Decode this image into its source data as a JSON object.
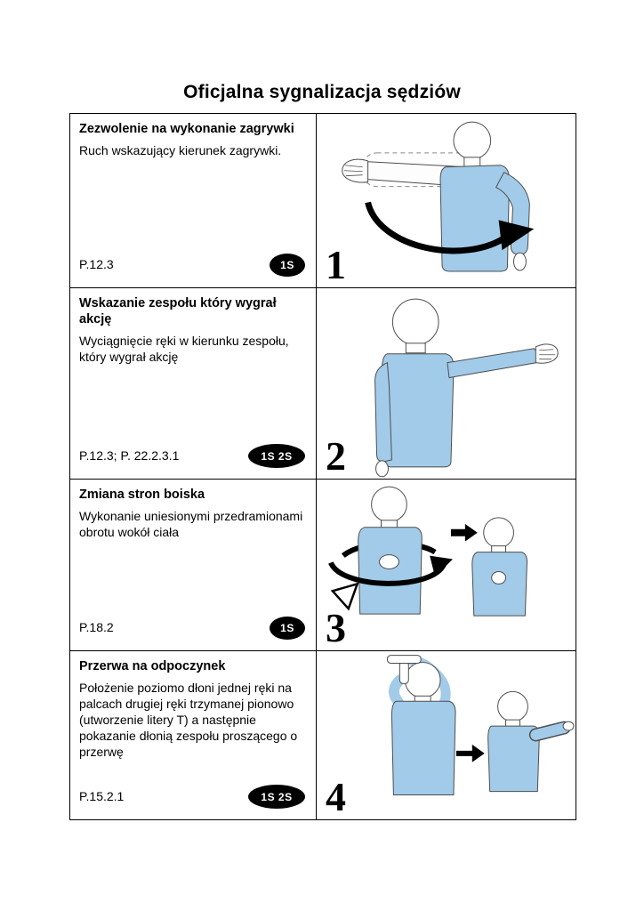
{
  "page": {
    "title": "Oficjalna sygnalizacja sędziów"
  },
  "rows": [
    {
      "title": "Zezwolenie na wykonanie zagrywki",
      "description": "Ruch wskazujący kierunek zagrywki.",
      "reference": "P.12.3",
      "badge": "1S",
      "number": "1",
      "illustration": "referee-arm-sweep-serve-direction"
    },
    {
      "title": "Wskazanie zespołu który wygrał akcję",
      "description": "Wyciągnięcie ręki w kierunku zespołu, który wygrał akcję",
      "reference": "P.12.3; P. 22.2.3.1",
      "badge": "1S 2S",
      "number": "2",
      "illustration": "referee-arm-extended-to-winning-team"
    },
    {
      "title": "Zmiana stron boiska",
      "description": "Wykonanie uniesionymi przedramionami obrotu wokół ciała",
      "reference": "P.18.2",
      "badge": "1S",
      "number": "3",
      "illustration": "referee-forearms-rotation-around-body"
    },
    {
      "title": "Przerwa na odpoczynek",
      "description": "Położenie poziomo dłoni jednej ręki na palcach drugiej ręki trzymanej pionowo (utworzenie litery T) a następnie pokazanie dłonią zespołu proszącego o przerwę",
      "reference": "P.15.2.1",
      "badge": "1S 2S",
      "number": "4",
      "illustration": "referee-t-sign-timeout"
    }
  ],
  "colors": {
    "shirt": "#a2cbe9",
    "outline": "#4d4d4d",
    "badge_bg": "#000000",
    "badge_text": "#ffffff",
    "arrow": "#000000"
  }
}
